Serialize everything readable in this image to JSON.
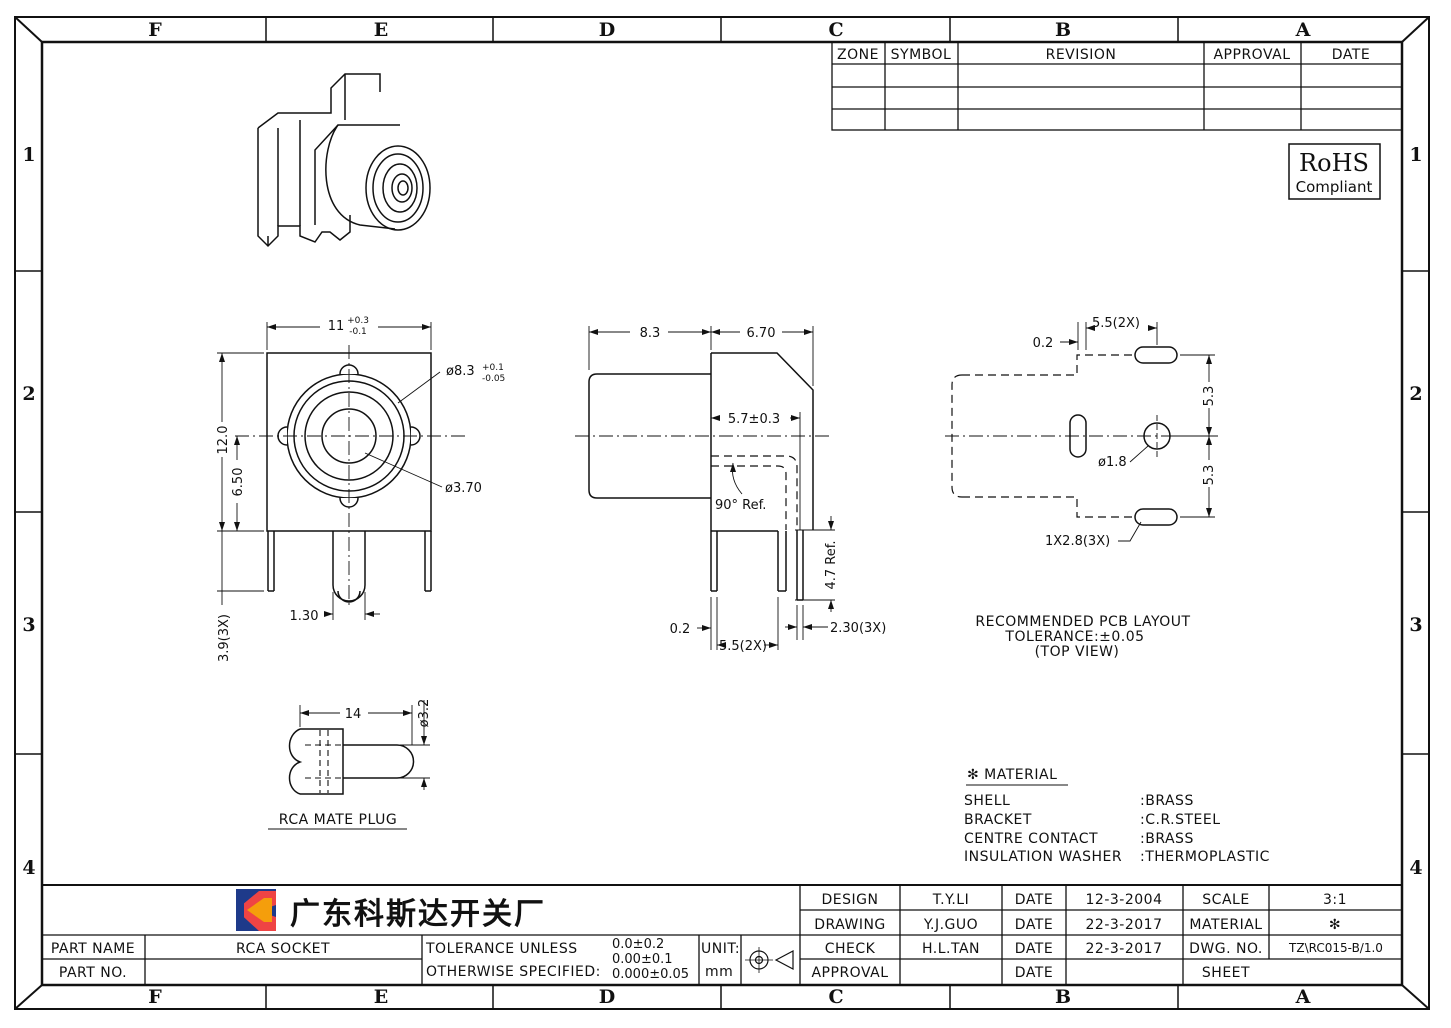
{
  "frame": {
    "zones_cols": [
      "F",
      "E",
      "D",
      "C",
      "B",
      "A"
    ],
    "zones_rows": [
      "1",
      "2",
      "3",
      "4"
    ]
  },
  "revision_table": {
    "headers": [
      "ZONE",
      "SYMBOL",
      "REVISION",
      "APPROVAL",
      "DATE"
    ]
  },
  "rohs": {
    "line1": "RoHS",
    "line2": "Compliant"
  },
  "front_view": {
    "width": "11",
    "width_tol_plus": "+0.3",
    "width_tol_minus": "-0.1",
    "height": "12.0",
    "center_height": "6.50",
    "shell_dia": "ø8.3",
    "shell_tol_plus": "+0.1",
    "shell_tol_minus": "-0.05",
    "contact_dia": "ø3.70",
    "pin_width": "1.30",
    "pin_length": "3.9(3X)"
  },
  "side_view": {
    "body_len": "8.3",
    "bracket_len": "6.70",
    "contact_pos": "5.7±0.3",
    "angle": "90° Ref.",
    "pin_len": "4.7 Ref.",
    "pin_thk": "0.2",
    "pin_pitch": "5.5(2X)",
    "pin_width": "2.30(3X)"
  },
  "pcb_layout": {
    "pitch": "5.5(2X)",
    "offset": "0.2",
    "slot_pitch_top": "5.3",
    "slot_pitch_bottom": "5.3",
    "hole_dia": "ø1.8",
    "slot_size": "1X2.8(3X)",
    "caption_1": "RECOMMENDED PCB LAYOUT",
    "caption_2": "TOLERANCE:±0.05",
    "caption_3": "(TOP VIEW)"
  },
  "mate_plug": {
    "length": "14",
    "dia": "ø3.2",
    "caption": "RCA MATE PLUG"
  },
  "material": {
    "title": "✻ MATERIAL",
    "rows": [
      {
        "part": "SHELL",
        "value": ":BRASS"
      },
      {
        "part": "BRACKET",
        "value": ":C.R.STEEL"
      },
      {
        "part": "CENTRE CONTACT",
        "value": ":BRASS"
      },
      {
        "part": "INSULATION WASHER",
        "value": ":THERMOPLASTIC"
      }
    ]
  },
  "title_block": {
    "company": "广东科斯达开关厂",
    "part_name_label": "PART NAME",
    "part_name": "RCA SOCKET",
    "part_no_label": "PART NO.",
    "tol_line1": "TOLERANCE UNLESS",
    "tol_line2": "OTHERWISE SPECIFIED:",
    "tol_1": "0.0±0.2",
    "tol_2": "0.00±0.1",
    "tol_3": "0.000±0.05",
    "unit_label": "UNIT:",
    "unit": "mm",
    "design_label": "DESIGN",
    "design": "T.Y.LI",
    "design_date_label": "DATE",
    "design_date": "12-3-2004",
    "drawing_label": "DRAWING",
    "drawing": "Y.J.GUO",
    "drawing_date_label": "DATE",
    "drawing_date": "22-3-2017",
    "check_label": "CHECK",
    "check": "H.L.TAN",
    "check_date_label": "DATE",
    "check_date": "22-3-2017",
    "approval_label": "APPROVAL",
    "approval_date_label": "DATE",
    "scale_label": "SCALE",
    "scale": "3:1",
    "material_label": "MATERIAL",
    "material": "✻",
    "dwg_label": "DWG. NO.",
    "dwg": "TZ\\RC015-B/1.0",
    "sheet_label": "SHEET"
  }
}
